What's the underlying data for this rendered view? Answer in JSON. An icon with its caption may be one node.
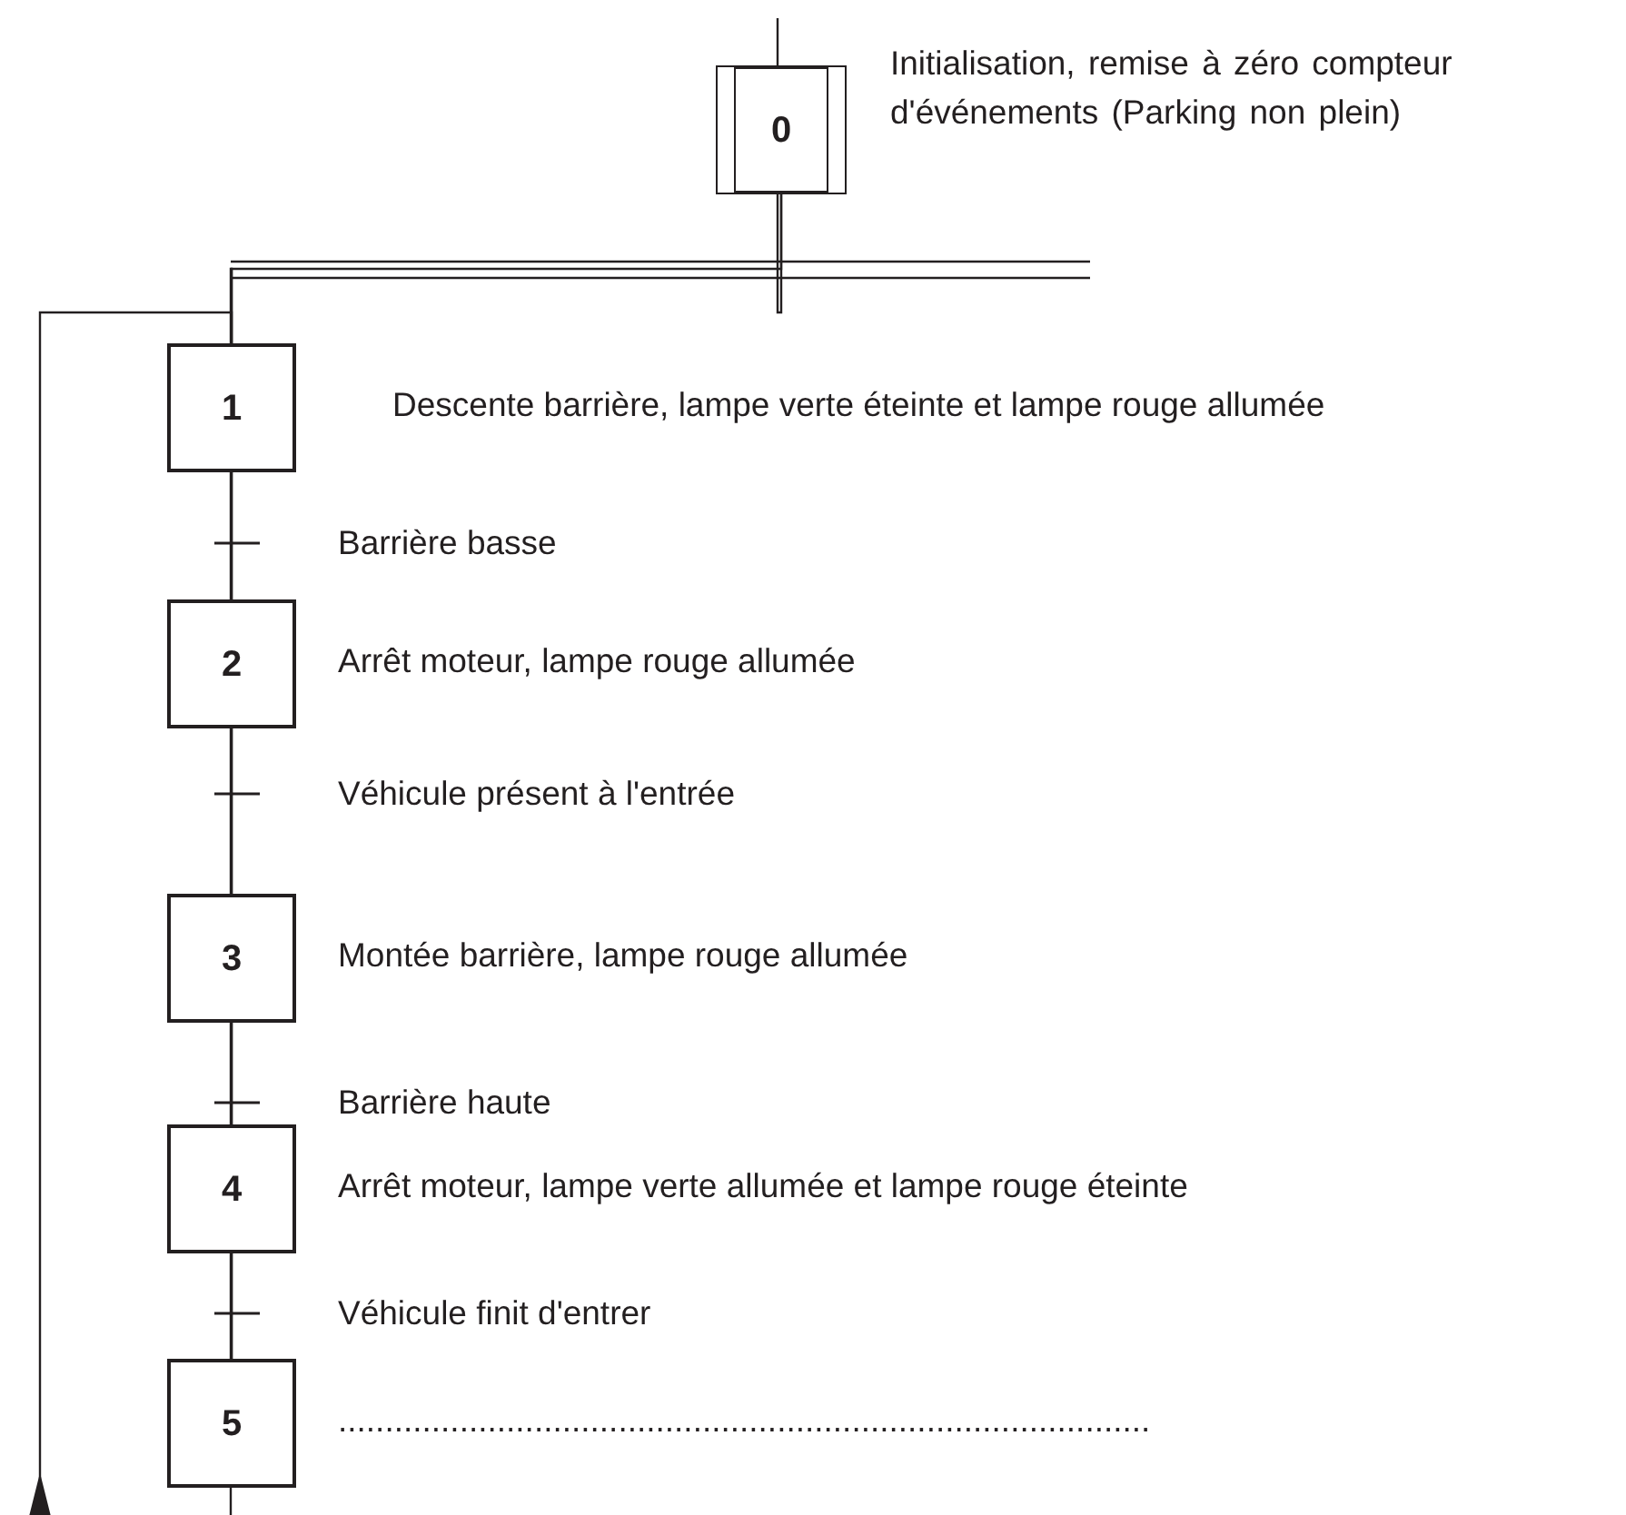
{
  "diagram": {
    "nodes": [
      {
        "text": [
          "0"
        ],
        "beside": [
          "Initialisation, remise à zéro compteur d'événements (Parking non plein)"
        ]
      },
      {
        "text": [
          "1"
        ],
        "beside": [
          "Descente barrière, lampe verte éteinte et lampe rouge allumée"
        ]
      },
      {
        "text": [
          "2"
        ],
        "beside": [
          "Arrêt moteur, lampe rouge allumée"
        ]
      },
      {
        "text": [
          "3"
        ],
        "beside": [
          "Montée barrière, lampe rouge allumée"
        ]
      },
      {
        "text": [
          "4"
        ],
        "beside": [
          "Arrêt moteur, lampe verte allumée et lampe rouge éteinte"
        ]
      },
      {
        "text": [
          "5"
        ],
        "beside": [
          "......................................................................................."
        ]
      }
    ],
    "edges": [
      {
        "from": null,
        "to": 0,
        "arrow": "none"
      },
      {
        "from": 0,
        "to": 1,
        "arrow": "none"
      },
      {
        "from": 1,
        "to": 2,
        "label": "Barrière basse",
        "arrow": "none"
      },
      {
        "from": 2,
        "to": 3,
        "label": "Véhicule présent à l'entrée",
        "arrow": "none"
      },
      {
        "from": 3,
        "to": 4,
        "label": "Barrière haute",
        "arrow": "none"
      },
      {
        "from": 4,
        "to": 5,
        "label": "Véhicule finit d'entrer",
        "arrow": "none"
      },
      {
        "from": 5,
        "to": null,
        "arrow": "none"
      },
      {
        "from": null,
        "to": 1,
        "arrow": "to"
      }
    ]
  }
}
